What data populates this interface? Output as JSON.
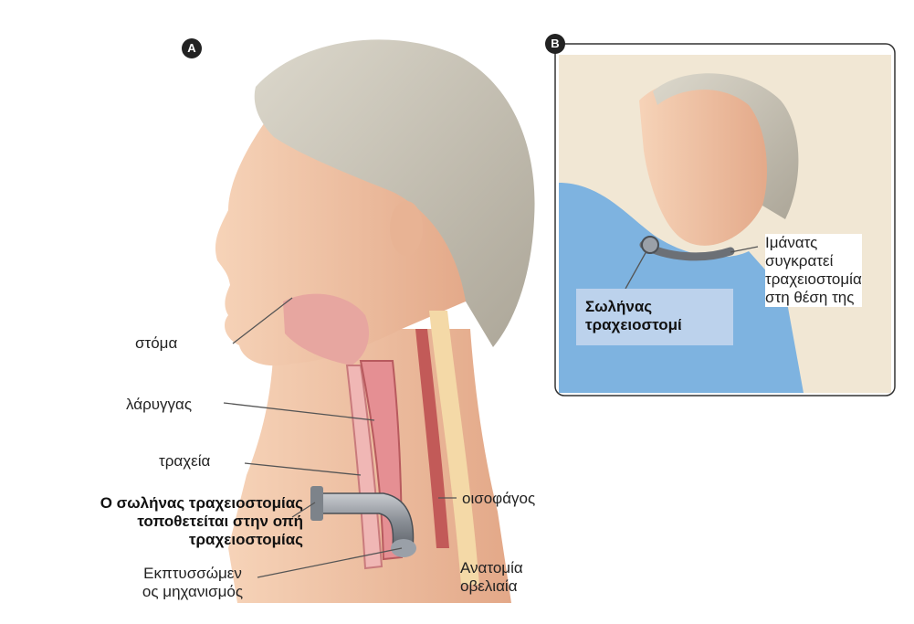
{
  "panels": {
    "a_badge": "A",
    "b_badge": "B"
  },
  "labels": {
    "mouth": "στόμα",
    "larynx": "λάρυγγας",
    "trachea": "τραχεία",
    "tube_placement_line1": "Ο σωλήνας τραχειοστομίας",
    "tube_placement_line2": "τοποθετείται στην οπή",
    "tube_placement_line3": "τραχειοστομίας",
    "deployable_line1": "Εκπτυσσώμεν",
    "deployable_line2": "ος μηχανισμός",
    "esophagus": "οισοφάγος",
    "sagittal_line1": "Ανατομία",
    "sagittal_line2": "οβελιαία",
    "strap_line1": "Ιμάνατς",
    "strap_line2": "συγκρατεί",
    "strap_line3": "τραχειοστομία",
    "strap_line4": "στη θέση της",
    "tube_b_line1": "Σωλήνας",
    "tube_b_line2": "τραχειοστομί"
  },
  "colors": {
    "skin": "#f1c6a6",
    "skin_shadow": "#d99a7a",
    "hair": "#c9c4b6",
    "trachea": "#d98a8f",
    "esophagus": "#c25a58",
    "tube": "#8a8f96",
    "callout": "#bcd2ec",
    "gown": "#7eb3e0",
    "pillow": "#efe2cc"
  }
}
